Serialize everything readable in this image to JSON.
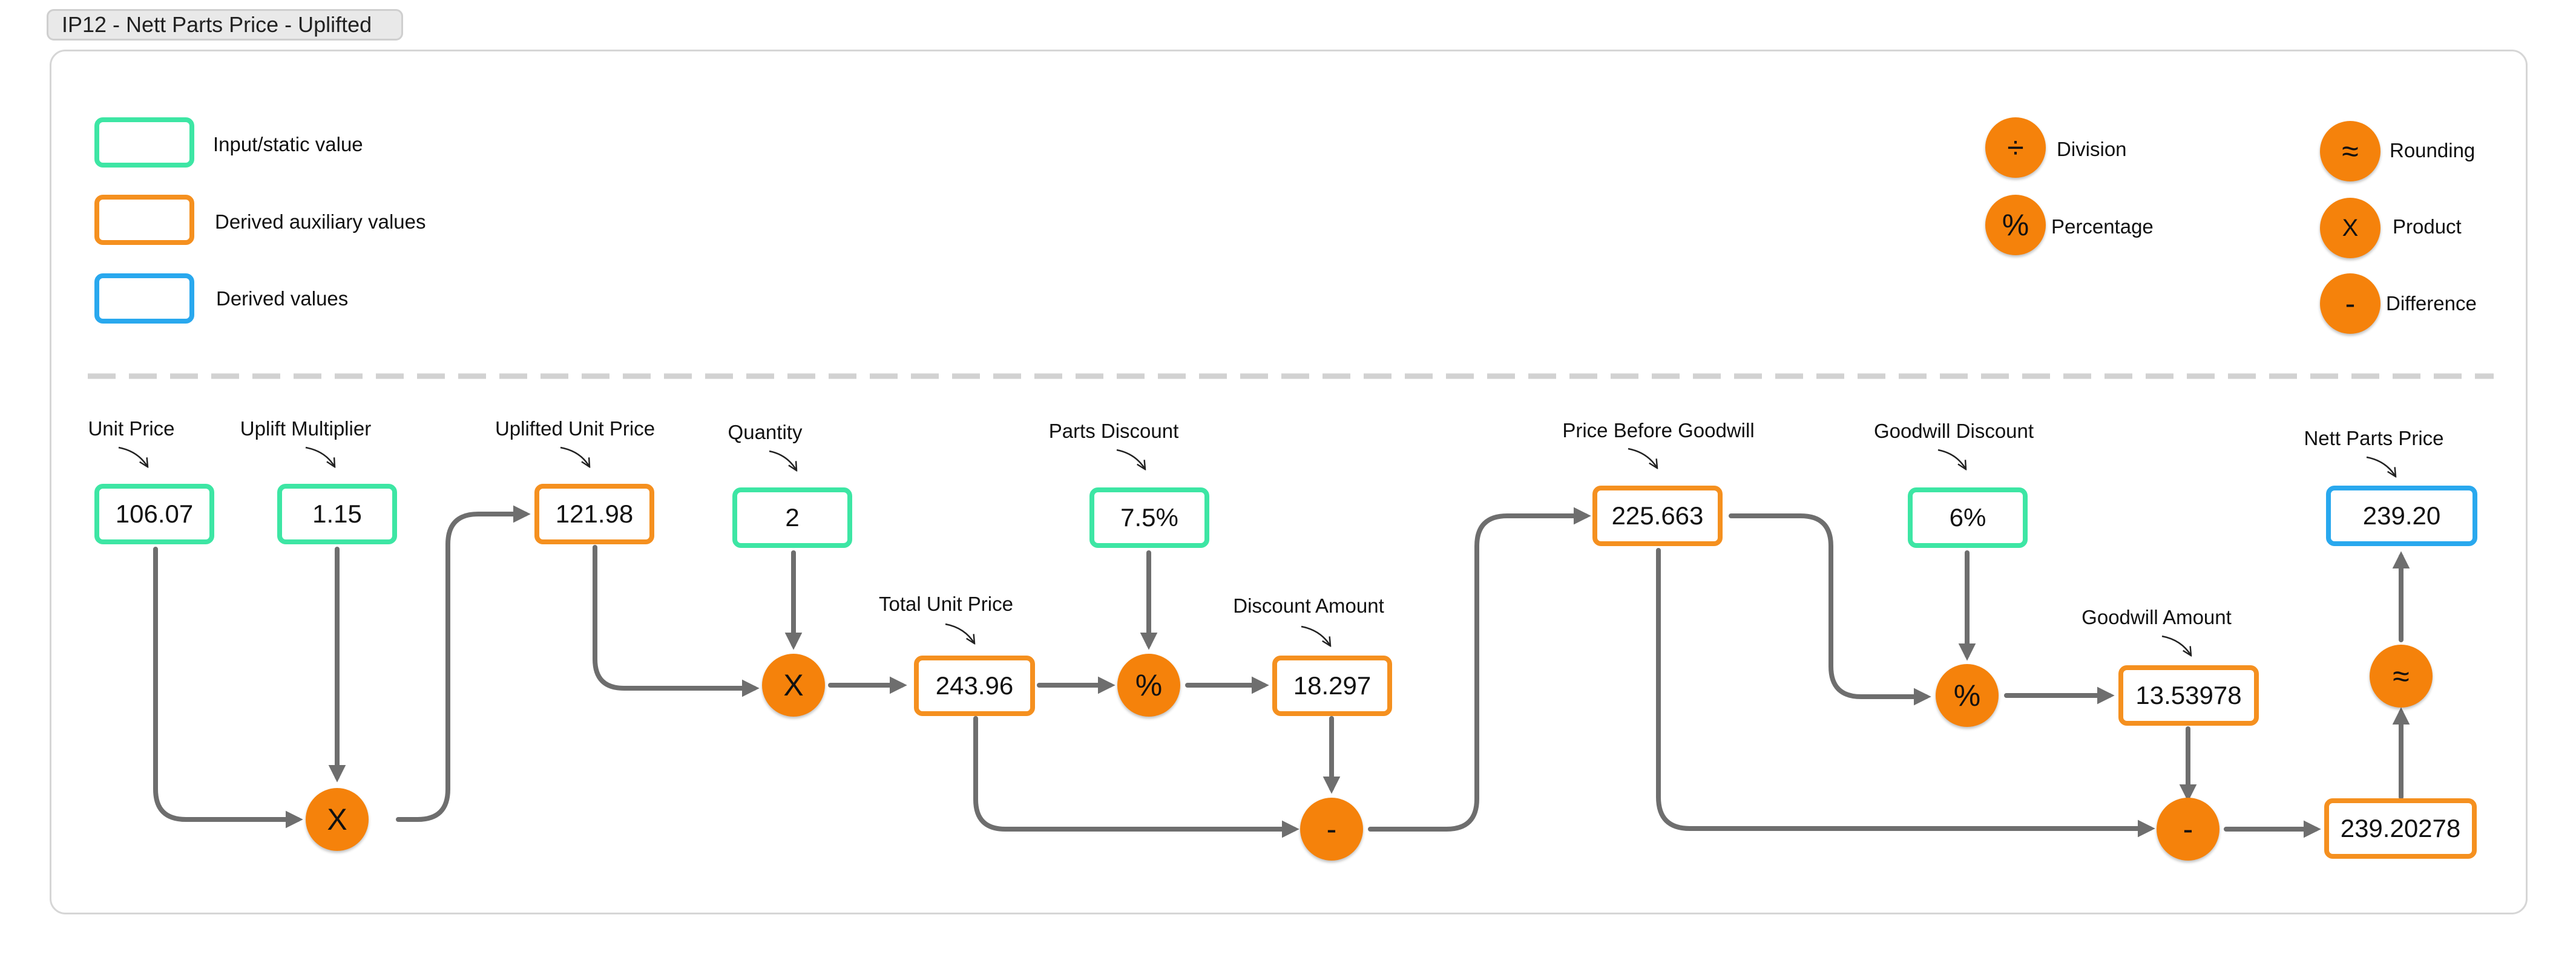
{
  "title": "IP12 - Nett Parts Price - Uplifted",
  "legend": {
    "input": "Input/static value",
    "aux": "Derived auxiliary values",
    "derived": "Derived values",
    "ops": {
      "division": {
        "symbol": "÷",
        "label": "Division"
      },
      "percentage": {
        "symbol": "%",
        "label": "Percentage"
      },
      "rounding": {
        "symbol": "≈",
        "label": "Rounding"
      },
      "product": {
        "symbol": "X",
        "label": "Product"
      },
      "difference": {
        "symbol": "-",
        "label": "Difference"
      }
    }
  },
  "nodes": {
    "unit_price": {
      "label": "Unit Price",
      "value": "106.07"
    },
    "uplift_multiplier": {
      "label": "Uplift Multiplier",
      "value": "1.15"
    },
    "uplifted_unit_price": {
      "label": "Uplifted Unit Price",
      "value": "121.98"
    },
    "quantity": {
      "label": "Quantity",
      "value": "2"
    },
    "total_unit_price": {
      "label": "Total Unit Price",
      "value": "243.96"
    },
    "parts_discount": {
      "label": "Parts Discount",
      "value": "7.5%"
    },
    "discount_amount": {
      "label": "Discount Amount",
      "value": "18.297"
    },
    "price_before_goodwill": {
      "label": "Price Before Goodwill",
      "value": "225.663"
    },
    "goodwill_discount": {
      "label": "Goodwill Discount",
      "value": "6%"
    },
    "goodwill_amount": {
      "label": "Goodwill Amount",
      "value": "13.53978"
    },
    "unrounded": {
      "value": "239.20278"
    },
    "nett_parts_price": {
      "label": "Nett Parts Price",
      "value": "239.20"
    }
  },
  "operators": {
    "product": "X",
    "percentage": "%",
    "difference": "-",
    "rounding": "≈"
  },
  "colors": {
    "input": "#3de6a4",
    "aux": "#f5901f",
    "derived": "#29a8ee",
    "operator": "#f5820b",
    "wire": "#6e6e6e"
  }
}
